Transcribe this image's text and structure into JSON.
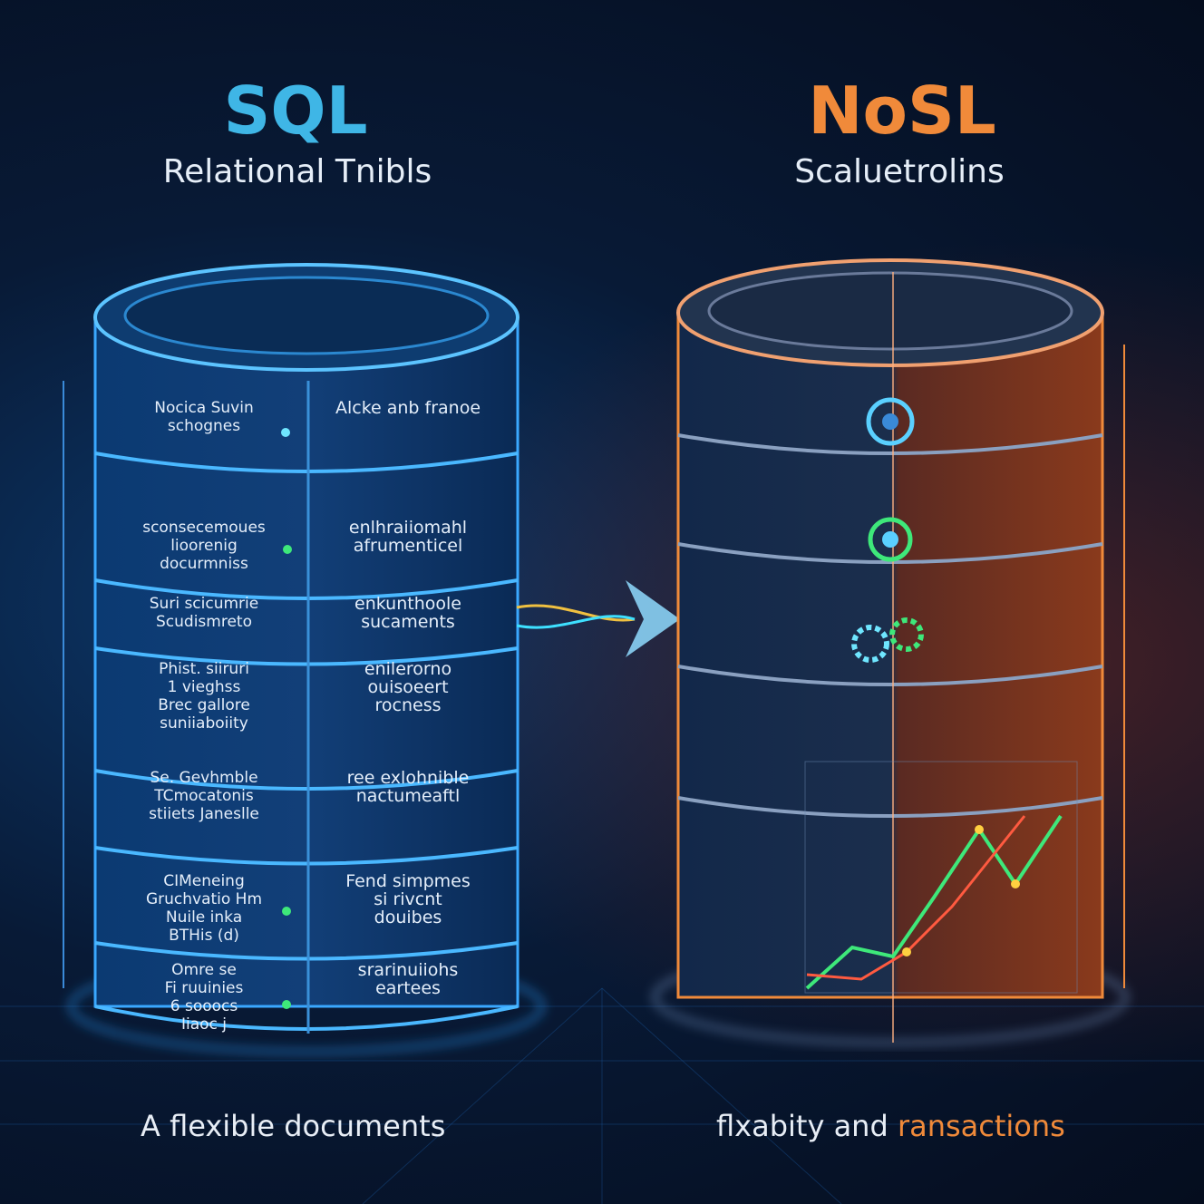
{
  "colors": {
    "sql": "#3fb6e6",
    "nosql": "#f08a3a",
    "blue_glow": "#2aa0ff",
    "orange_glow": "#ff6a2a",
    "led_green": "#3ee87a",
    "led_cyan": "#6fe6ff"
  },
  "left": {
    "title": "SQL",
    "subtitle": "Relational Tnibls",
    "footer": "A flexible documents",
    "rows": [
      {
        "a": "Nocica Suvin\nschognes",
        "b": "Alcke anb franoe"
      },
      {
        "a": "sconsecemoues\nlioorenig\ndocurmniss",
        "b": "enlhraiiomahl\nafrumenticel"
      },
      {
        "a": "Suri scicumrie\nScudismreto",
        "b": "enkunthoole\nsucaments"
      },
      {
        "a": "Phist. siiruri\n1 vieghss\nBrec gallore\nsuniiaboiity",
        "b": "enilerorno\nouisoeert\nrocness"
      },
      {
        "a": "Se. Gevhmble\nTCmocatonis\nstiiets Janeslle",
        "b": "ree exlohnible\nnactumeaftl"
      },
      {
        "a": "CIMeneing\nGruchvatio Hm\nNuile inka\nBTHis (d)",
        "b": "Fend simpmes\nsi rivcnt\ndouibes"
      },
      {
        "a": "Omre se\nFi  ruuinies\n6 sooocs\nIiaoc j",
        "b": "srarinuiiohs\neartees"
      }
    ]
  },
  "right": {
    "title": "NoSL",
    "subtitle": "Scaluetrolins",
    "footer_a": "flxabity and ",
    "footer_b": "ransactions"
  },
  "icons": [
    "database-cylinder-icon",
    "flow-arrow-icon",
    "gauge-icon",
    "gear-cluster-icon",
    "line-chart-icon"
  ]
}
